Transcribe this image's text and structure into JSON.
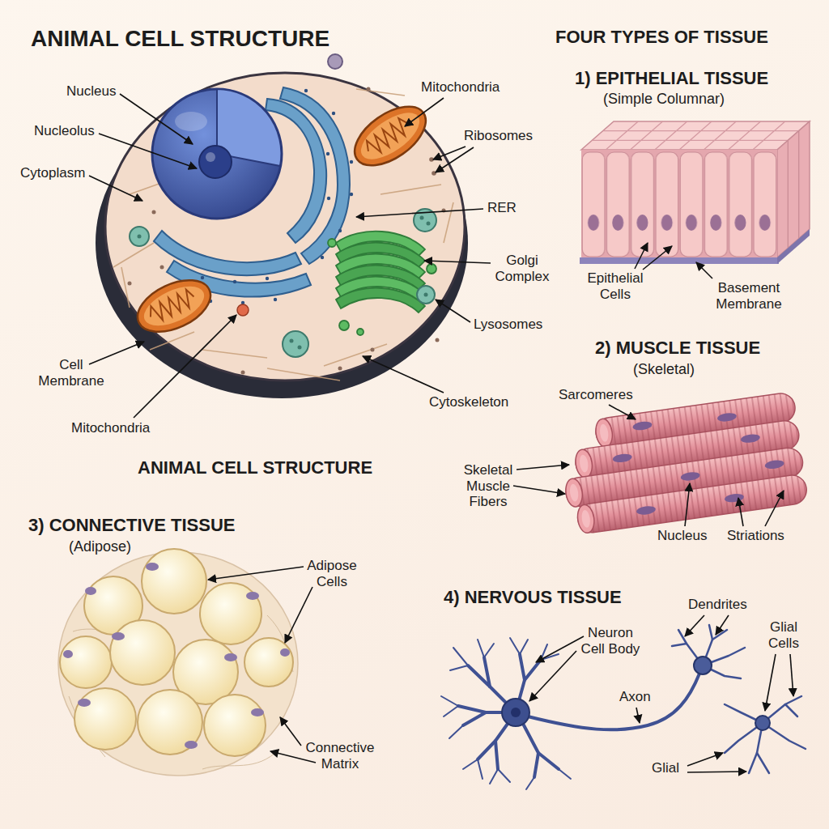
{
  "diagram": {
    "title": "ANIMAL CELL STRUCTURE",
    "labels": [
      "FOUR TYPES OF TISSUE",
      "Nucleus",
      "Mitochondria",
      "Nucleolus",
      "Ribosomes",
      "Cytoplasm",
      "RER",
      "Golgi Complex",
      "Lysosomes",
      "Cell Membrane",
      "Cytoskeleton",
      "Mitochondria",
      "ANIMAL CELL STRUCTURE",
      "1) EPITHELIAL TISSUE",
      "(Simple Columnar)",
      "Epithelial Cells",
      "Basement Membrane",
      "2) MUSCLE TISSUE",
      "(Skeletal)",
      "Sarcomeres",
      "Skeletal Muscle Fibers",
      "Nucleus",
      "Striations",
      "3) CONNECTIVE TISSUE",
      "(Adipose)",
      "Adipose Cells",
      "Connective Matrix",
      "4) NERVOUS TISSUE",
      "Neuron Cell Body",
      "Dendrites",
      "Glial Cells",
      "Axon",
      "Glial"
    ]
  }
}
